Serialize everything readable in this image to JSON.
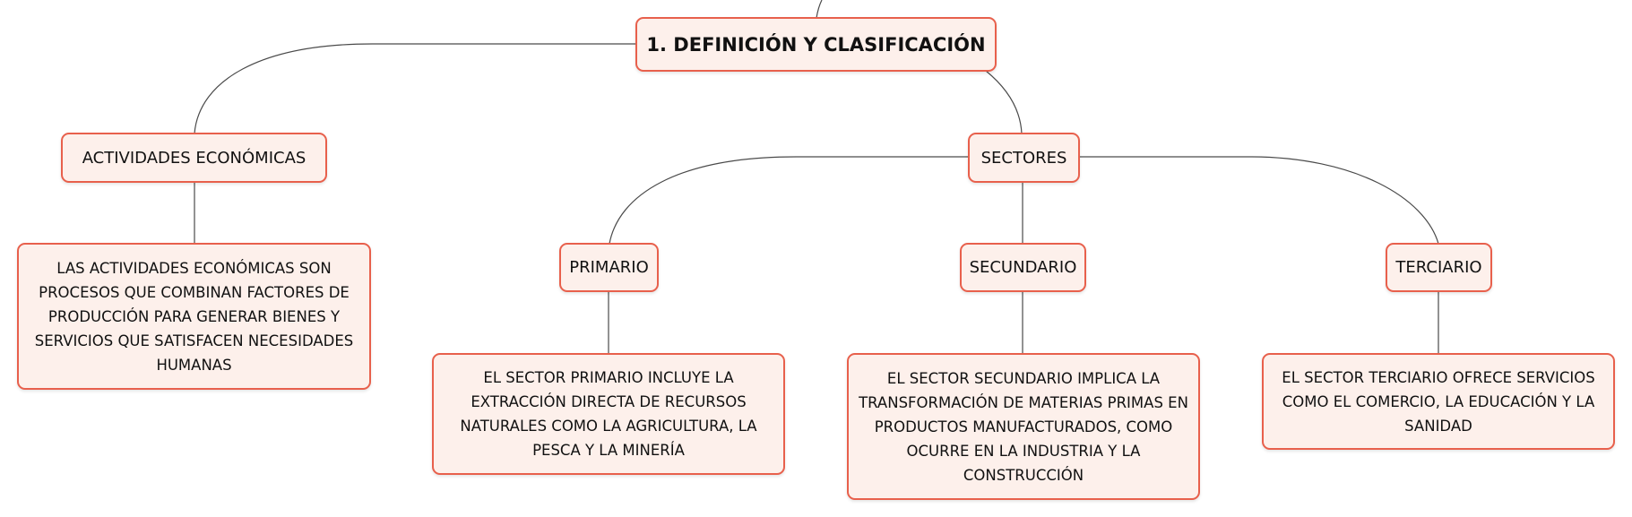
{
  "colors": {
    "node_border": "#e8604c",
    "node_fill": "#fdf0eb",
    "connector": "#4a4a4a",
    "text": "#111111"
  },
  "nodes": {
    "root": "1. DEFINICIÓN Y CLASIFICACIÓN",
    "actividades": "ACTIVIDADES ECONÓMICAS",
    "actividades_desc": "LAS ACTIVIDADES ECONÓMICAS SON PROCESOS QUE COMBINAN FACTORES DE PRODUCCIÓN PARA GENERAR BIENES Y SERVICIOS QUE SATISFACEN NECESIDADES HUMANAS",
    "sectores": "SECTORES",
    "primario": "PRIMARIO",
    "primario_desc": "EL SECTOR PRIMARIO INCLUYE LA EXTRACCIÓN DIRECTA DE RECURSOS NATURALES COMO LA AGRICULTURA, LA PESCA Y LA MINERÍA",
    "secundario": "SECUNDARIO",
    "secundario_desc": "EL SECTOR SECUNDARIO IMPLICA LA TRANSFORMACIÓN DE MATERIAS PRIMAS EN PRODUCTOS MANUFACTURADOS, COMO OCURRE EN LA INDUSTRIA Y LA CONSTRUCCIÓN",
    "terciario": "TERCIARIO",
    "terciario_desc": "EL SECTOR TERCIARIO OFRECE SERVICIOS COMO EL COMERCIO, LA EDUCACIÓN Y LA SANIDAD"
  }
}
